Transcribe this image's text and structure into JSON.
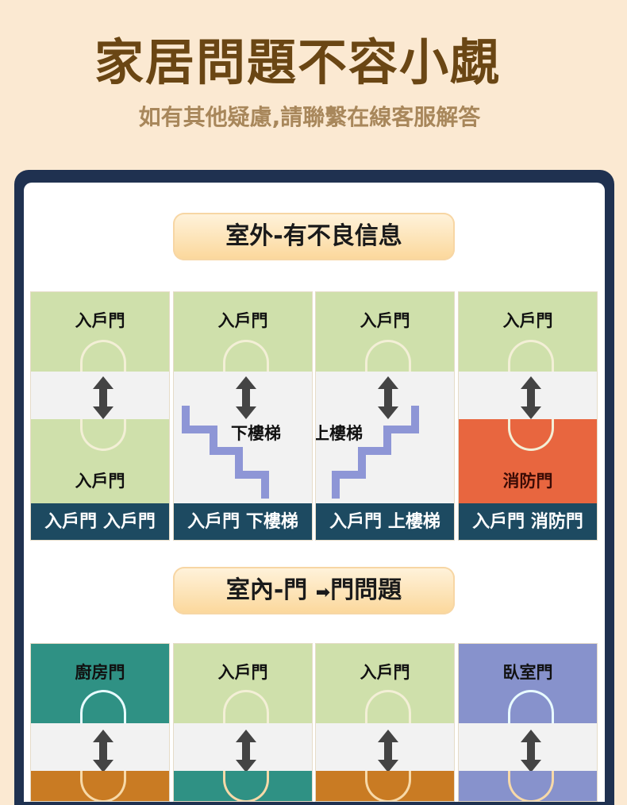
{
  "title": "家居問題不容小覷",
  "subtitle": "如有其他疑慮,請聯繫在線客服解答",
  "section1": {
    "heading": "室外-有不良信息",
    "panels": [
      {
        "top": "入戶門",
        "bottom": "入戶門",
        "caption": "入戶門 入戶門",
        "bottom_color": "#cfe0ab",
        "type": "door"
      },
      {
        "top": "入戶門",
        "side": "下樓梯",
        "caption": "入戶門 下樓梯",
        "type": "down"
      },
      {
        "top": "入戶門",
        "side": "上樓梯",
        "caption": "入戶門 上樓梯",
        "type": "up"
      },
      {
        "top": "入戶門",
        "bottom": "消防門",
        "caption": "入戶門 消防門",
        "bottom_color": "#e8663f",
        "type": "door"
      }
    ]
  },
  "section2": {
    "heading": "室內-門",
    "arrow": "➡",
    "heading2": "門問題",
    "panels": [
      {
        "top": "廚房門",
        "top_color": "#2f9184",
        "bottom_color": "#c97b23"
      },
      {
        "top": "入戶門",
        "top_color": "#cfe0ab",
        "bottom_color": "#2f9184"
      },
      {
        "top": "入戶門",
        "top_color": "#cfe0ab",
        "bottom_color": "#c97b23"
      },
      {
        "top": "臥室門",
        "top_color": "#8792cc",
        "bottom_color": "#8792cc"
      }
    ]
  },
  "colors": {
    "green": "#cfe0ab",
    "white": "#f2f2f2",
    "caption": "#1d4a61",
    "stair": "#8e96d6"
  }
}
